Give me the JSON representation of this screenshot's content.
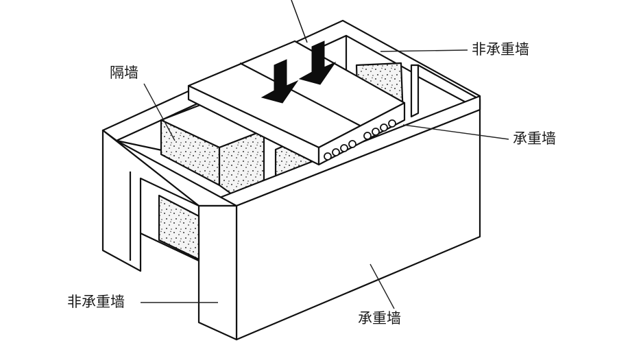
{
  "labels": {
    "partition_wall": "隔墙",
    "non_load_bearing_top": "非承重墙",
    "load_bearing_right": "承重墙",
    "non_load_bearing_left": "非承重墙",
    "load_bearing_bottom": "承重墙"
  },
  "colors": {
    "line": "#111111",
    "wall_face": "#ffffff",
    "speckle_fill": "#f2f2f2",
    "arrow": "#0d0d0d"
  },
  "icons": {
    "load_arrow": "down-arrow-icon"
  }
}
